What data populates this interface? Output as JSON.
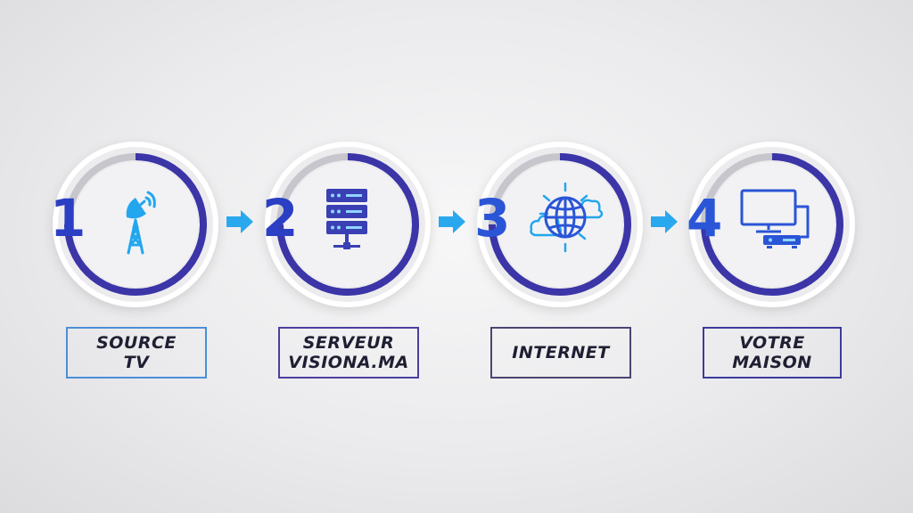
{
  "steps": [
    {
      "number": "1",
      "label": "SOURCE\nTV",
      "icon": "satellite-tower-icon",
      "number_color": "#2a3fc4",
      "label_border": "#4a8fd8",
      "icon_color": "#22a6ee"
    },
    {
      "number": "2",
      "label": "SERVEUR\nVISIONA.MA",
      "icon": "server-rack-icon",
      "number_color": "#2a3fc4",
      "label_border": "#4a3fa0",
      "icon_color": "#3a3fb4"
    },
    {
      "number": "3",
      "label": "INTERNET",
      "icon": "globe-cloud-icon",
      "number_color": "#2a55d6",
      "label_border": "#4a4670",
      "icon_color": "#22a6ee"
    },
    {
      "number": "4",
      "label": "VOTRE\nMAISON",
      "icon": "tv-receiver-icon",
      "number_color": "#2a55d6",
      "label_border": "#3d3a9c",
      "icon_color": "#2a55d6"
    }
  ],
  "colors": {
    "ring_progress": "#3b35a8",
    "ring_track": "#c6c6cc",
    "arrow": "#2aa8ee",
    "tower": "#22a6ee",
    "server": "#3a3fb4",
    "globe": "#22a6ee",
    "tv": "#2a55d6"
  }
}
